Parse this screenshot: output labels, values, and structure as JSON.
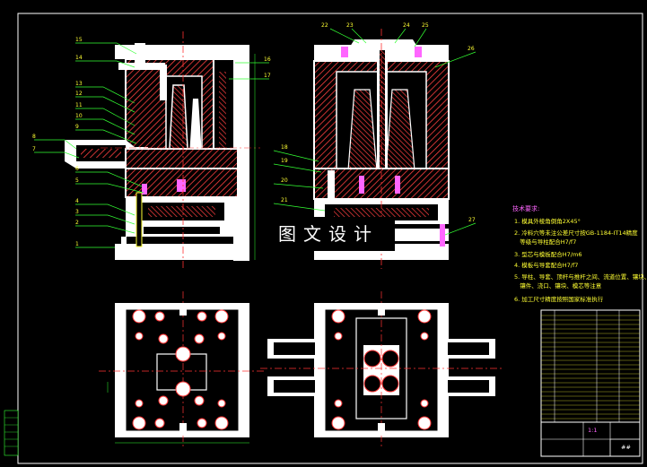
{
  "overlay_title": "图文设计",
  "tech_req": {
    "title": "技术要求:",
    "items": [
      "1. 模具外棱角倒角2X45°",
      "2. 冷料穴等未注公差尺寸按GB-1184-IT14精度\n   等级与导柱配合H7/f7",
      "3. 型芯与模板配合H7/m6",
      "4. 模板与导套配合H7/f7",
      "5. 导柱、导套、顶杆与推杆之间、流道位置、镶块、\n   镶件、浇口、镶块、模芯等注意",
      "6. 加工尺寸精度按照国家标准执行"
    ]
  },
  "labels_left": [
    "15",
    "14",
    "13",
    "12",
    "11",
    "10",
    "9",
    "8",
    "7",
    "6",
    "5",
    "4",
    "3",
    "2",
    "1"
  ],
  "labels_center": [
    "16",
    "17",
    "18",
    "19",
    "20",
    "21"
  ],
  "labels_right": [
    "22",
    "23",
    "24",
    "25",
    "26",
    "27"
  ],
  "title_block": {
    "scale": "1:1",
    "mark": "##"
  },
  "colors": {
    "outline": "#ffffff",
    "hatch": "#ff3333",
    "center": "#ff3333",
    "leader": "#33ff33",
    "label": "#ffff33",
    "hole": "#ff6600",
    "part_fill": "#ffffff"
  }
}
